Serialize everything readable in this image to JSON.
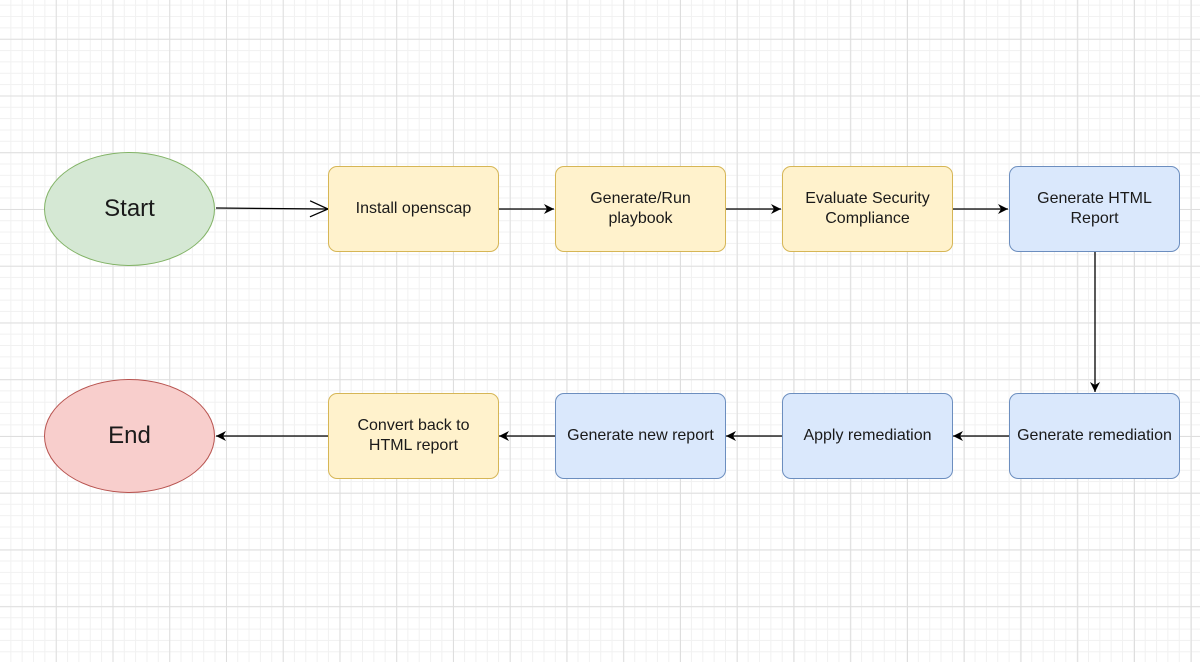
{
  "diagram": {
    "start": {
      "label": "Start"
    },
    "end": {
      "label": "End"
    },
    "steps": {
      "install": {
        "label": "Install openscap"
      },
      "playbook": {
        "label": "Generate/Run\nplaybook"
      },
      "evaluate": {
        "label": "Evaluate Security\nCompliance"
      },
      "html_report": {
        "label": "Generate HTML\nReport"
      },
      "remediation": {
        "label": "Generate remediation"
      },
      "apply": {
        "label": "Apply remediation"
      },
      "new_report": {
        "label": "Generate new report"
      },
      "convert": {
        "label": "Convert back to\nHTML report"
      }
    },
    "colors": {
      "process_fill": "#fff2cc",
      "process_border": "#d6b656",
      "report_fill": "#dae8fc",
      "report_border": "#6c8ebf",
      "start_fill": "#d5e8d4",
      "start_border": "#82b366",
      "end_fill": "#f8cecc",
      "end_border": "#b85450",
      "connector": "#000000"
    },
    "connections": [
      {
        "from": "Start",
        "to": "Install openscap"
      },
      {
        "from": "Install openscap",
        "to": "Generate/Run playbook"
      },
      {
        "from": "Generate/Run playbook",
        "to": "Evaluate Security Compliance"
      },
      {
        "from": "Evaluate Security Compliance",
        "to": "Generate HTML Report"
      },
      {
        "from": "Generate HTML Report",
        "to": "Generate remediation"
      },
      {
        "from": "Generate remediation",
        "to": "Apply remediation"
      },
      {
        "from": "Apply remediation",
        "to": "Generate new report"
      },
      {
        "from": "Generate new report",
        "to": "Convert back to HTML report"
      },
      {
        "from": "Convert back to HTML report",
        "to": "End"
      }
    ]
  }
}
